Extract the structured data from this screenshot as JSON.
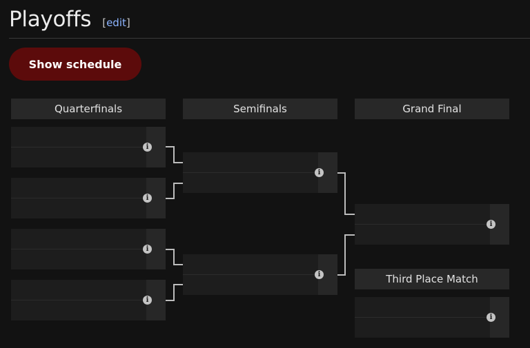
{
  "page": {
    "title": "Playoffs",
    "edit_open": "[",
    "edit_label": "edit",
    "edit_close": "]",
    "show_schedule": "Show schedule"
  },
  "rounds": [
    {
      "label": "Quarterfinals"
    },
    {
      "label": "Semifinals"
    },
    {
      "label": "Grand Final"
    },
    {
      "label": "Third Place Match"
    }
  ],
  "icons": {
    "info": "info-icon",
    "info_glyph": "i"
  },
  "colors": {
    "background": "#121212",
    "button": "#5c0b0b",
    "link": "#8cb4ff",
    "connector": "#bdbdbd"
  }
}
